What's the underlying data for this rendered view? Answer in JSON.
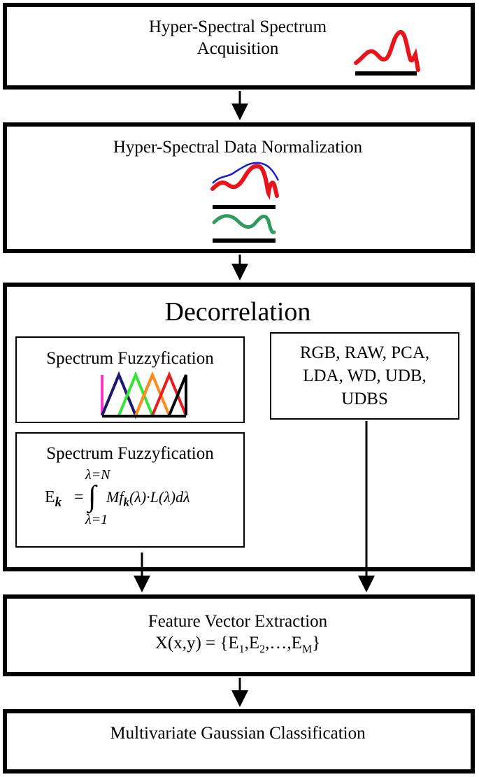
{
  "step1": {
    "line1": "Hyper-Spectral Spectrum",
    "line2": "Acquisition"
  },
  "step2": {
    "title": "Hyper-Spectral Data Normalization"
  },
  "decorrelation": {
    "title": "Decorrelation",
    "fuzzy_box": {
      "title": "Spectrum Fuzzyfication"
    },
    "formula_box": {
      "title": "Spectrum Fuzzyfication",
      "lhs": "E",
      "lhs_sub": "k",
      "equals": "=",
      "upper_limit": "λ=N",
      "lower_limit": "λ=1",
      "integral": "∫",
      "integrand_1": "Mf",
      "integrand_sub": "k",
      "integrand_2": "(λ)·L(λ)dλ"
    },
    "methods_box": {
      "line1": "RGB, RAW, PCA,",
      "line2": "LDA, WD, UDB,",
      "line3": "UDBS"
    }
  },
  "step3": {
    "title": "Feature Vector Extraction",
    "formula_prefix": "X(x,y) = {E",
    "sub1": "1",
    "mid1": ",E",
    "sub2": "2",
    "mid2": ",…,E",
    "sub3": "M",
    "suffix": "}"
  },
  "step4": {
    "title": "Multivariate Gaussian Classification"
  },
  "colors": {
    "spectrum_red": "#e8141c",
    "spectrum_blue": "#1a1ad0",
    "spectrum_green": "#2e9a5e",
    "fuzzy_magenta": "#ff33cc",
    "fuzzy_navy": "#1a1a6e",
    "fuzzy_green": "#33e633",
    "fuzzy_orange": "#ff8c1a",
    "fuzzy_red": "#ee1a1a",
    "fuzzy_black": "#000000"
  }
}
